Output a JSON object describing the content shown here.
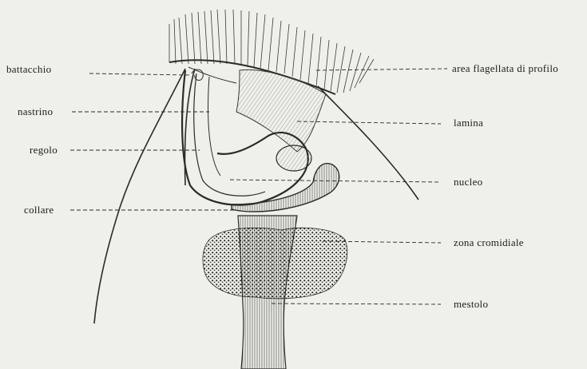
{
  "labels": {
    "battacchio": "battacchio",
    "nastrino": "nastrino",
    "regolo": "regolo",
    "collare": "collare",
    "area_flagellata": "area flagellata di profilo",
    "lamina": "lamina",
    "nucleo": "nucleo",
    "zona_cromidiale": "zona cromidiale",
    "mestolo": "mestolo"
  },
  "colors": {
    "background": "#efefec",
    "ink": "#1c1c1c"
  }
}
